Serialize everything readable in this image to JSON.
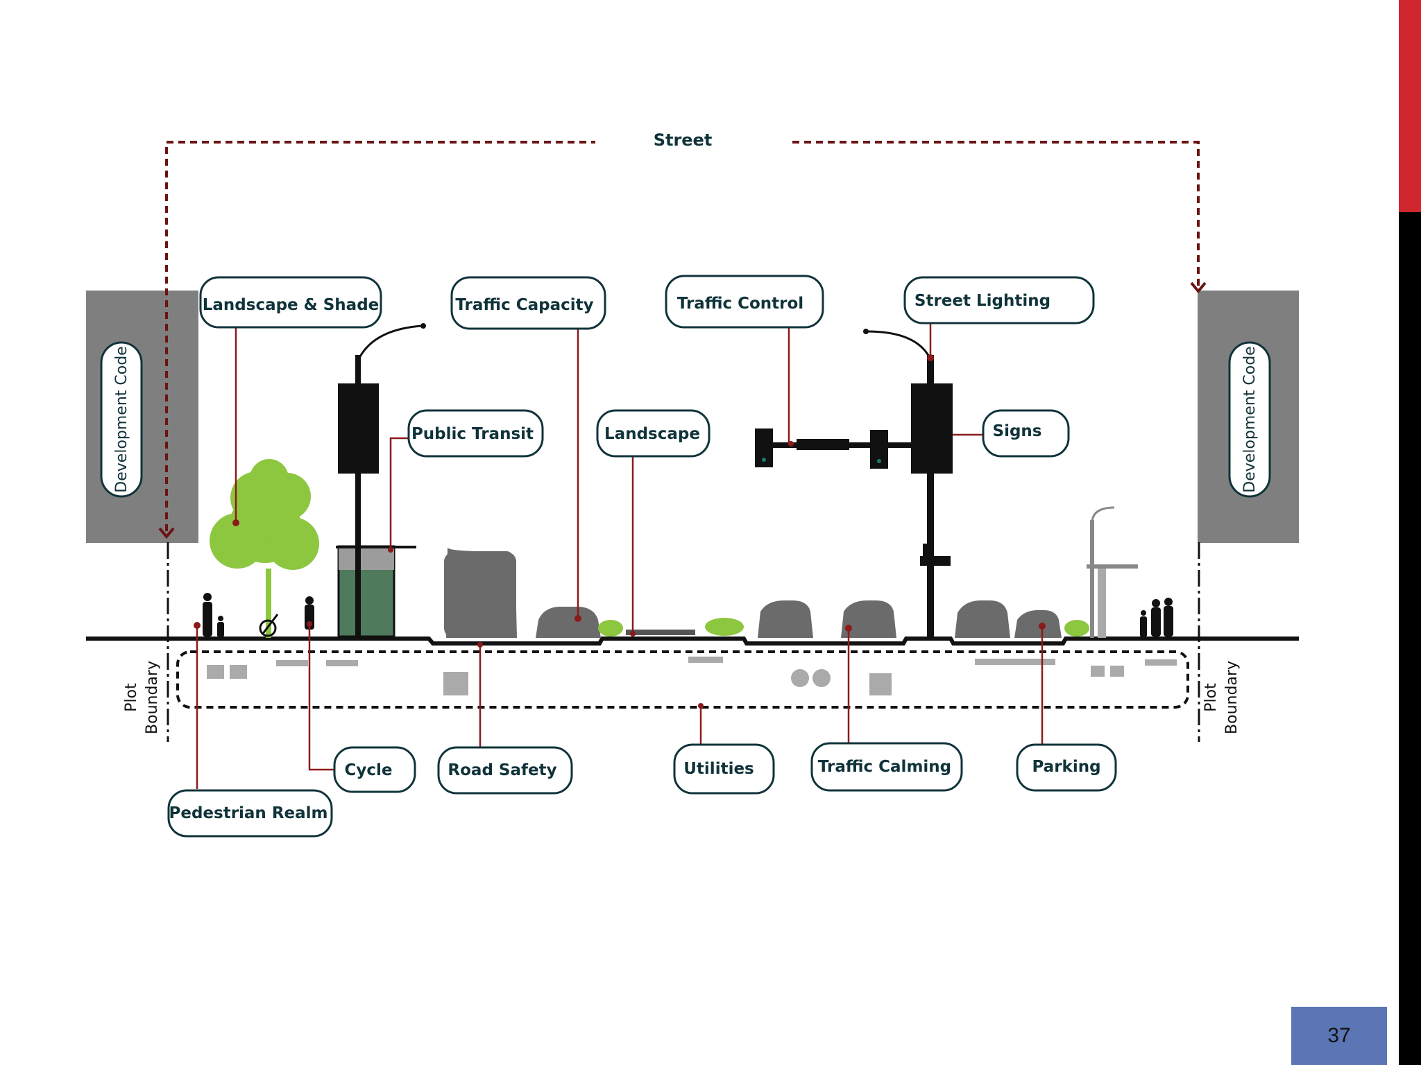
{
  "diagram": {
    "street_title": "Street",
    "development_code": "Development Code",
    "plot_boundary_line1": "Plot",
    "plot_boundary_line2": "Boundary",
    "labels": {
      "landscape_shade": "Landscape & Shade",
      "traffic_capacity": "Traffic Capacity",
      "traffic_control": "Traffic Control",
      "street_lighting": "Street Lighting",
      "public_transit": "Public Transit",
      "landscape": "Landscape",
      "signs": "Signs",
      "cycle": "Cycle",
      "road_safety": "Road Safety",
      "utilities": "Utilities",
      "traffic_calming": "Traffic Calming",
      "parking": "Parking",
      "pedestrian_realm": "Pedestrian Realm"
    }
  },
  "colors": {
    "callout": "#8b1a1a",
    "building": "#7f7f7f",
    "vehicle": "#6b6b6b",
    "tree": "#8dc63f",
    "box_border": "#10333a",
    "accent_red": "#d0262d",
    "page_badge": "#5b75b5"
  },
  "page": {
    "number": "37"
  }
}
